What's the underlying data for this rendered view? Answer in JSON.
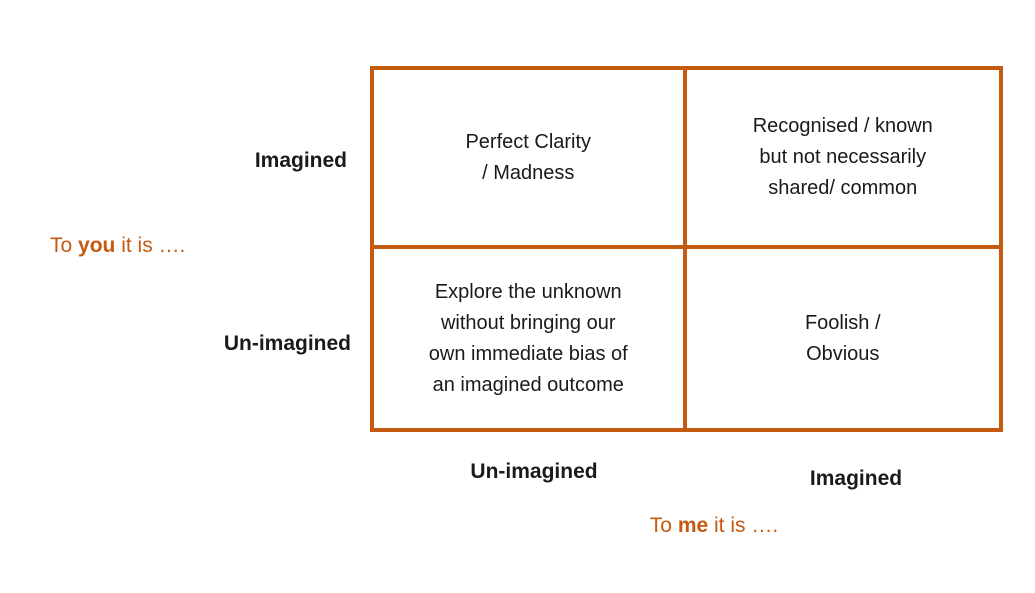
{
  "colors": {
    "accent_orange": "#C55A11",
    "text_black": "#1A1A1A",
    "background": "#FFFFFF"
  },
  "matrix": {
    "top_left_cell": "Perfect Clarity\n/ Madness",
    "top_right_cell": "Recognised / known\nbut not necessarily\nshared/ common",
    "bottom_left_cell": "Explore the unknown\nwithout bringing our\nown immediate bias of\nan imagined outcome",
    "bottom_right_cell": "Foolish /\nObvious"
  },
  "y_axis": {
    "top_label": "Imagined",
    "bottom_label": "Un-imagined",
    "caption_prefix": "To ",
    "caption_emphasis": "you",
    "caption_suffix": " it is …."
  },
  "x_axis": {
    "left_label": "Un-imagined",
    "right_label": "Imagined",
    "caption_prefix": "To ",
    "caption_emphasis": "me",
    "caption_suffix": " it is …."
  }
}
